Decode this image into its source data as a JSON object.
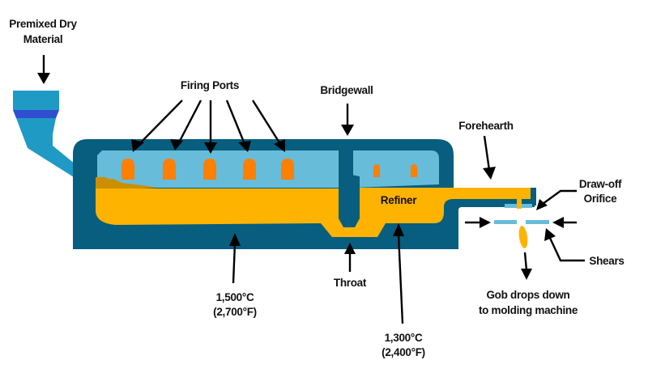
{
  "diagram": {
    "title": "Glass furnace process diagram",
    "colors": {
      "furnace_wall": "#075e7e",
      "chamber_air": "#67bcd9",
      "molten_glass": "#fdb300",
      "raw_batch": "#cc8f00",
      "firing_port": "#ff7f00",
      "hopper": "#1f9ac4",
      "hopper_band": "#2f4fd0",
      "shears": "#67bcd9",
      "arrow": "#000000",
      "text": "#111111"
    },
    "labels": {
      "premixed_line1": "Premixed Dry",
      "premixed_line2": "Material",
      "firing_ports": "Firing Ports",
      "bridgewall": "Bridgewall",
      "forehearth": "Forehearth",
      "drawoff_line1": "Draw-off",
      "drawoff_line2": "Orifice",
      "refiner": "Refiner",
      "shears": "Shears",
      "gob_line1": "Gob drops down",
      "gob_line2": "to molding machine",
      "throat": "Throat",
      "melt_temp_c": "1,500°C",
      "melt_temp_f": "(2,700°F)",
      "refiner_temp_c": "1,300°C",
      "refiner_temp_f": "(2,400°F)"
    },
    "firing_port_count": 5,
    "refiner_port_count": 2
  }
}
